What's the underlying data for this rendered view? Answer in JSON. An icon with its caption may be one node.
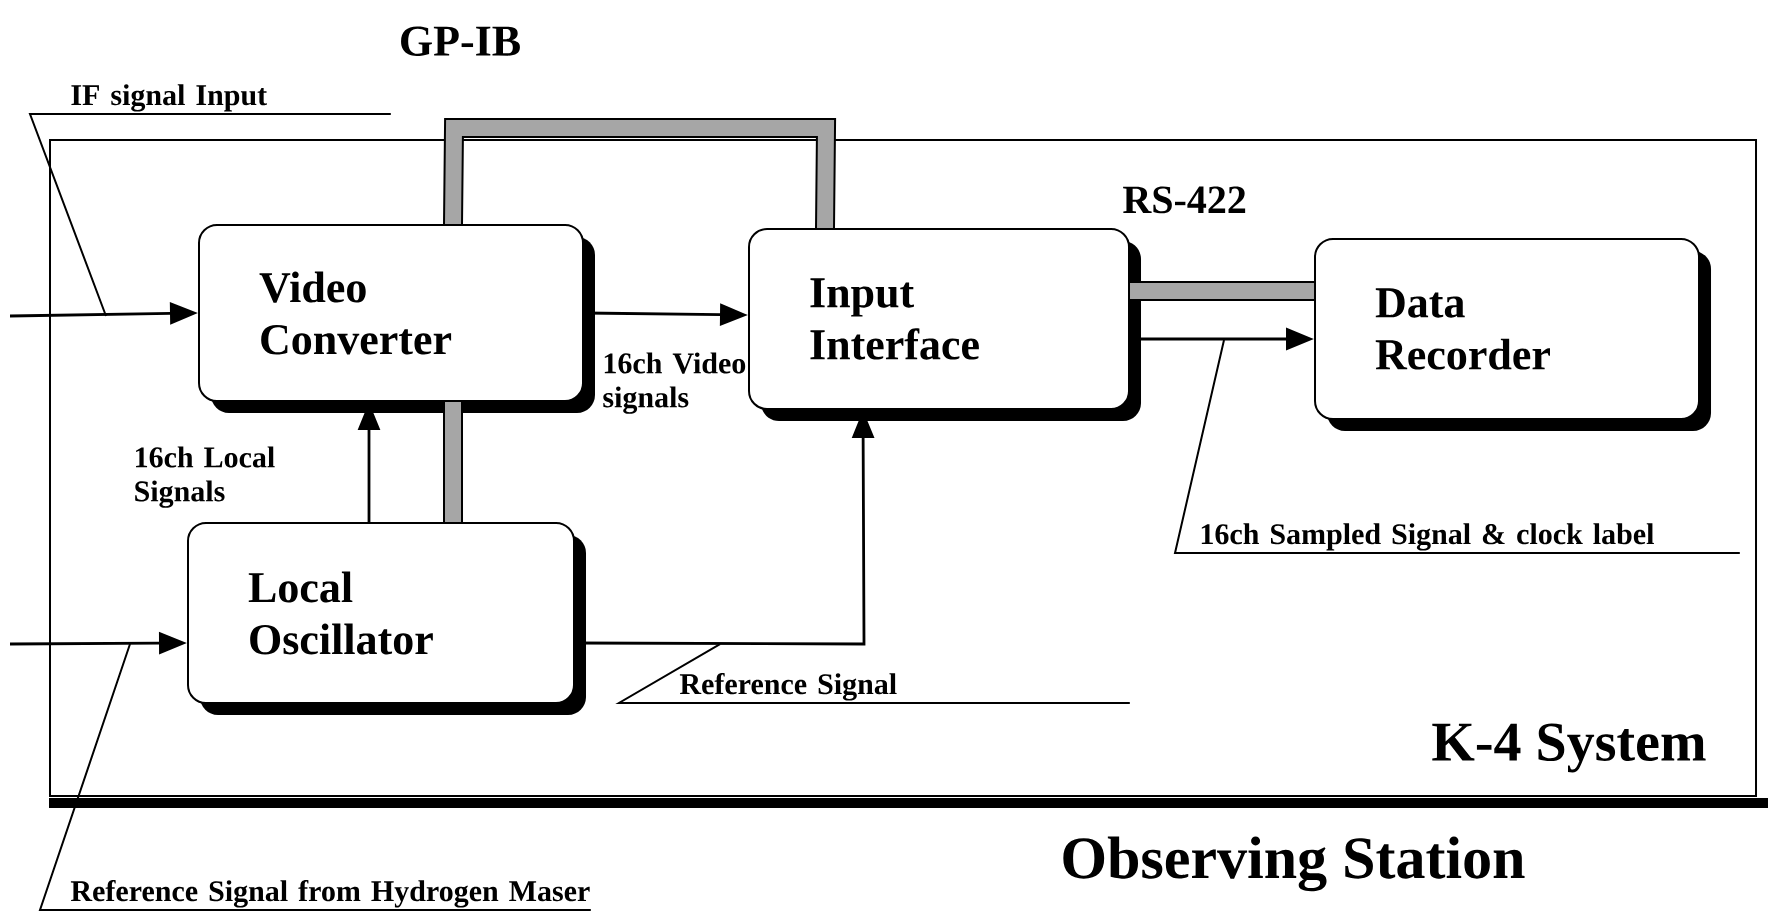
{
  "diagram": {
    "nodes": [
      {
        "text": [
          "K-4 System"
        ]
      },
      {
        "text": [
          "Video Converter"
        ],
        "in": 0
      },
      {
        "text": [
          "Input Interface"
        ],
        "in": 0
      },
      {
        "text": [
          "Data Recorder"
        ],
        "in": 0
      },
      {
        "text": [
          "Local Oscillator"
        ],
        "in": 0
      },
      {
        "text": [
          "IF signal Input"
        ]
      },
      {
        "text": [
          "Reference Signal"
        ],
        "in": 0
      },
      {
        "text": [
          "16ch Sampled Signal & clock label"
        ],
        "in": 0
      },
      {
        "text": [
          "Reference Signal from Hydrogen Maser"
        ]
      }
    ],
    "edges": [
      {
        "from": null,
        "to": 1,
        "arrow": "to"
      },
      {
        "from": 1,
        "to": 2,
        "arrow": "to",
        "label": "16ch Video signals"
      },
      {
        "from": 4,
        "to": 1,
        "arrow": "to",
        "label": "16ch Local Signals"
      },
      {
        "from": 4,
        "to": 2,
        "arrow": "to"
      },
      {
        "from": 2,
        "to": 3,
        "arrow": "to"
      },
      {
        "from": 2,
        "to": 3,
        "arrow": "none",
        "style": "thick",
        "label": "RS-422"
      },
      {
        "from": 4,
        "to": 1,
        "arrow": "none",
        "style": "thick"
      },
      {
        "from": 1,
        "to": 2,
        "arrow": "none",
        "style": "thick",
        "label": "GP-IB"
      },
      {
        "from": null,
        "to": 4,
        "arrow": "to"
      },
      {
        "from": 5,
        "to": null,
        "arrow": "none"
      },
      {
        "from": 6,
        "to": null,
        "arrow": "none"
      },
      {
        "from": 7,
        "to": null,
        "arrow": "none"
      },
      {
        "from": 8,
        "to": null,
        "arrow": "none"
      }
    ],
    "labels": [
      "Observing Station"
    ]
  }
}
